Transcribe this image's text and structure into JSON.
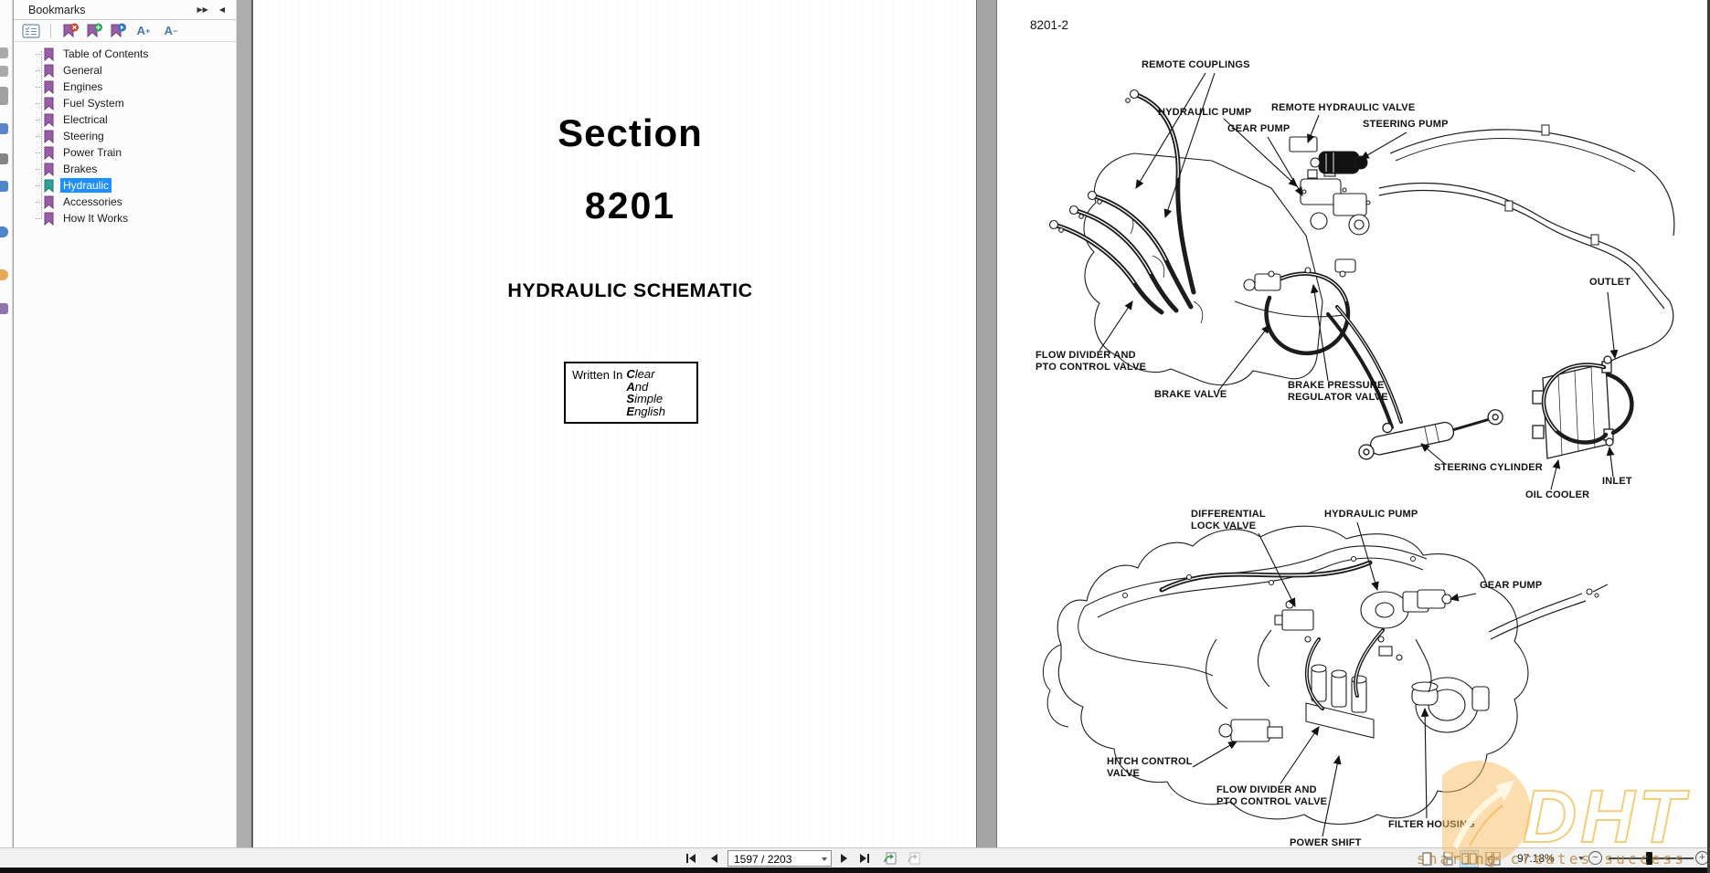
{
  "left_rail": {
    "icons": [
      "page-thumbnails-icon",
      "bookmarks-icon",
      "attachments-icon",
      "layers-icon",
      "tags-icon",
      "content-icon",
      "help-icon",
      "share-icon",
      "signature-icon"
    ]
  },
  "bookmarks_panel": {
    "title": "Bookmarks",
    "header_icons": {
      "options_glyph": "▶▶",
      "collapse_glyph": "◀"
    },
    "toolbar": {
      "font_increase_glyph": "A",
      "font_increase_mod": "+",
      "font_decrease_glyph": "A",
      "font_decrease_mod": "−"
    },
    "items": [
      {
        "label": "Table of Contents",
        "selected": false
      },
      {
        "label": "General",
        "selected": false
      },
      {
        "label": "Engines",
        "selected": false
      },
      {
        "label": "Fuel System",
        "selected": false
      },
      {
        "label": "Electrical",
        "selected": false
      },
      {
        "label": "Steering",
        "selected": false
      },
      {
        "label": "Power Train",
        "selected": false
      },
      {
        "label": "Brakes",
        "selected": false
      },
      {
        "label": "Hydraulic",
        "selected": true
      },
      {
        "label": "Accessories",
        "selected": false
      },
      {
        "label": "How It Works",
        "selected": false
      }
    ],
    "colors": {
      "bookmark": "#9a5da8",
      "bookmark_selected": "#2fa096",
      "selection_bg": "#1e8fff"
    }
  },
  "left_page": {
    "title_line1": "Section",
    "title_line2": "8201",
    "heading": "HYDRAULIC SCHEMATIC",
    "case_box": {
      "prefix": "Written In",
      "words": [
        "Clear",
        "And",
        "Simple",
        "English"
      ]
    }
  },
  "right_page": {
    "page_number": "8201-2",
    "top_labels": [
      {
        "lines": [
          "REMOTE COUPLINGS"
        ]
      },
      {
        "lines": [
          "HYDRAULIC PUMP"
        ]
      },
      {
        "lines": [
          "REMOTE HYDRAULIC VALVE"
        ]
      },
      {
        "lines": [
          "GEAR PUMP"
        ]
      },
      {
        "lines": [
          "STEERING PUMP"
        ]
      },
      {
        "lines": [
          "FLOW DIVIDER AND",
          "PTO CONTROL VALVE"
        ]
      },
      {
        "lines": [
          "BRAKE VALVE"
        ]
      },
      {
        "lines": [
          "BRAKE PRESSURE",
          "REGULATOR VALVE"
        ]
      },
      {
        "lines": [
          "STEERING CYLINDER"
        ]
      },
      {
        "lines": [
          "OIL COOLER"
        ]
      },
      {
        "lines": [
          "INLET"
        ]
      },
      {
        "lines": [
          "OUTLET"
        ]
      }
    ],
    "bottom_labels": [
      {
        "lines": [
          "DIFFERENTIAL",
          "LOCK VALVE"
        ]
      },
      {
        "lines": [
          "HYDRAULIC PUMP"
        ]
      },
      {
        "lines": [
          "GEAR PUMP"
        ]
      },
      {
        "lines": [
          "HITCH CONTROL",
          "VALVE"
        ]
      },
      {
        "lines": [
          "FLOW DIVIDER AND",
          "PTO CONTROL VALVE"
        ]
      },
      {
        "lines": [
          "POWER SHIFT"
        ]
      },
      {
        "lines": [
          "FILTER HOUSING"
        ]
      }
    ]
  },
  "bottom_toolbar": {
    "page_field": "1597 / 2203",
    "zoom_level": "97.18%",
    "zoom_out_glyph": "−",
    "zoom_in_glyph": "+"
  },
  "watermark": {
    "logo": "DHT",
    "slogan": "sharing creates success",
    "accent": "#f0b95e"
  }
}
